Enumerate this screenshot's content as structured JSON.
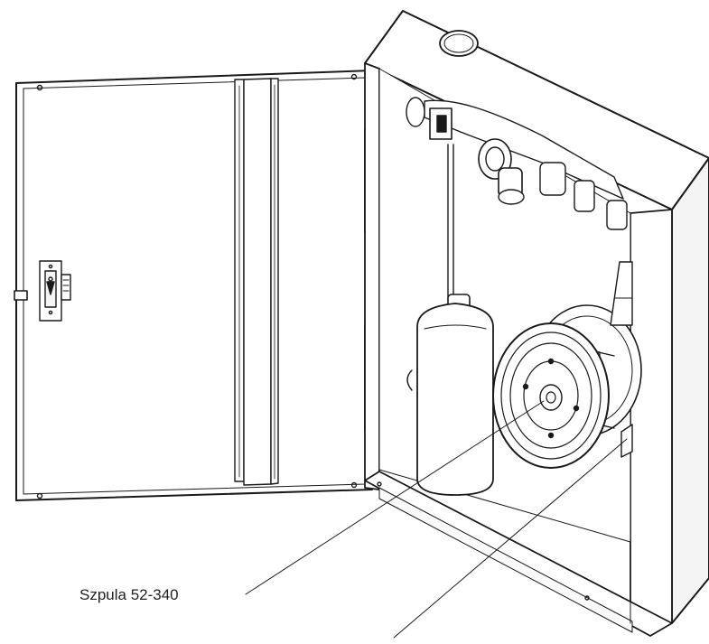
{
  "diagram": {
    "callouts": [
      {
        "label": "Szpula 52-340"
      }
    ],
    "colors": {
      "line": "#1a1a1a",
      "background": "#ffffff",
      "shadow": "#d9d9d9",
      "steel": "#f2f2f2"
    },
    "icons": [
      "cabinet-door",
      "door-lock-plate",
      "hinge",
      "fire-extinguisher",
      "hose-reel-spool",
      "valve"
    ]
  }
}
